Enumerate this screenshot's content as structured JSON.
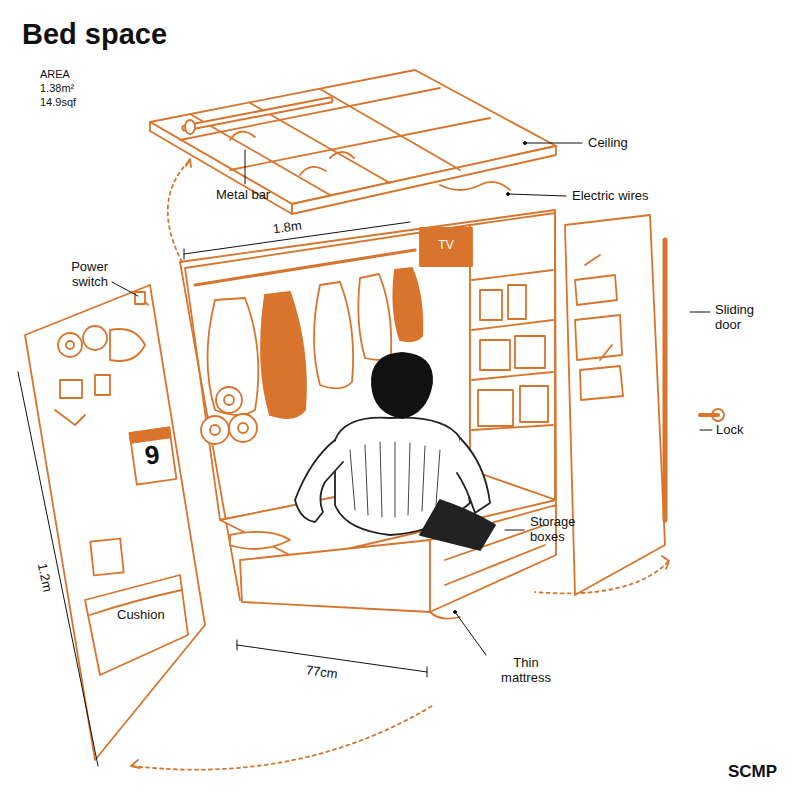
{
  "diagram": {
    "title": "Bed space",
    "labels": [
      "AREA",
      "1.38m²",
      "14.9sqf",
      "Ceiling",
      "Metal bar",
      "Electric wires",
      "Power switch",
      "1.8m",
      "TV",
      "Sliding door",
      "Lock",
      "Storage boxes",
      "Cushion",
      "Thin mattress",
      "1.2m",
      "77cm",
      "9",
      "SCMP"
    ]
  }
}
